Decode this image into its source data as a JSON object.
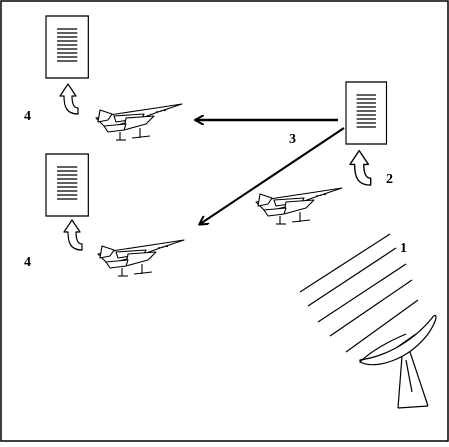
{
  "diagram": {
    "labels": {
      "step1": "1",
      "step2": "2",
      "step3": "3",
      "step4_top": "4",
      "step4_bottom": "4"
    },
    "colors": {
      "stroke": "#000000",
      "background": "#ffffff"
    },
    "icons": [
      "document-icon",
      "jet-icon",
      "radar-dish-icon",
      "curved-arrow-icon",
      "broadcast-arrow"
    ]
  }
}
